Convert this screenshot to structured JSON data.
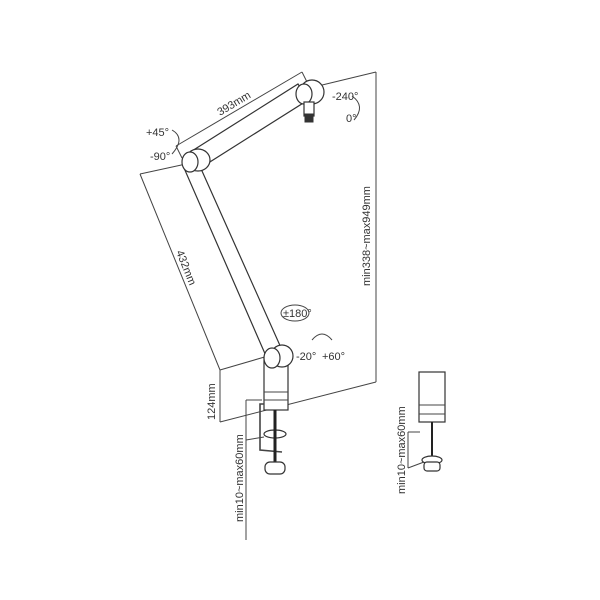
{
  "diagram": {
    "labels": {
      "upper_arm_length": "393mm",
      "lower_arm_length": "432mm",
      "height_range": "min338~max949mm",
      "base_height": "124mm",
      "clamp_range": "min10~max60mm",
      "clamp_range_detail": "min10~max60mm",
      "top_rot_a": "-240°",
      "top_rot_b": "0°",
      "elbow_rot_a": "+45°",
      "elbow_rot_b": "-90°",
      "swivel": "±180°",
      "base_tilt_a": "-20°",
      "base_tilt_b": "+60°"
    }
  }
}
